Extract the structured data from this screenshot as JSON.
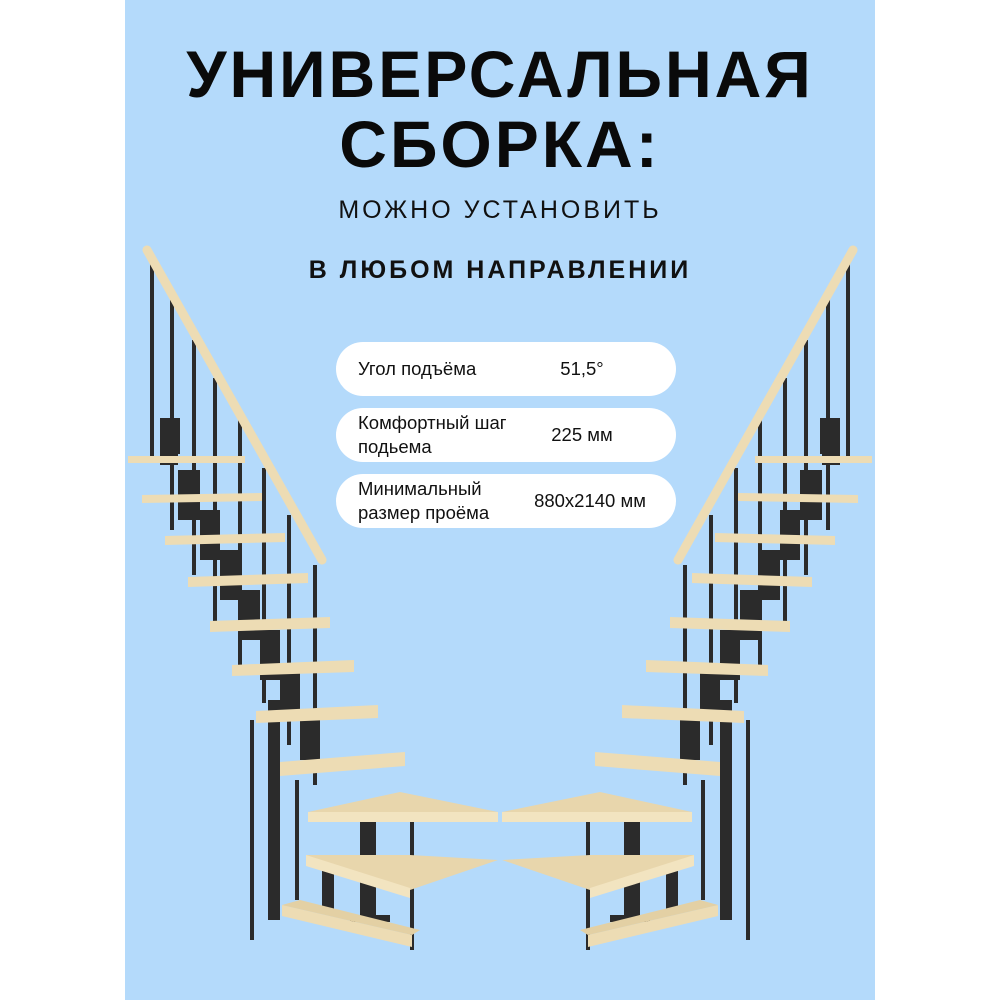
{
  "header": {
    "title_line1": "УНИВЕРСАЛЬНАЯ",
    "title_line2": "СБОРКА:",
    "subtitle_line1": "МОЖНО УСТАНОВИТЬ",
    "subtitle_line2": "В ЛЮБОМ НАПРАВЛЕНИИ"
  },
  "specs": [
    {
      "label": "Угол подъёма",
      "value": "51,5°"
    },
    {
      "label": "Комфортный шаг подьема",
      "value": "225 мм"
    },
    {
      "label": "Минимальный размер проёма",
      "value": "880х2140 мм"
    }
  ],
  "colors": {
    "background_panel": "#b4dafb",
    "page": "#ffffff",
    "wood": "#eddcb4",
    "metal": "#2b2b2b"
  },
  "image": {
    "subject": "two mirrored modular staircases with wooden treads, metal balusters and handrails, joined by winder steps at the bottom"
  }
}
